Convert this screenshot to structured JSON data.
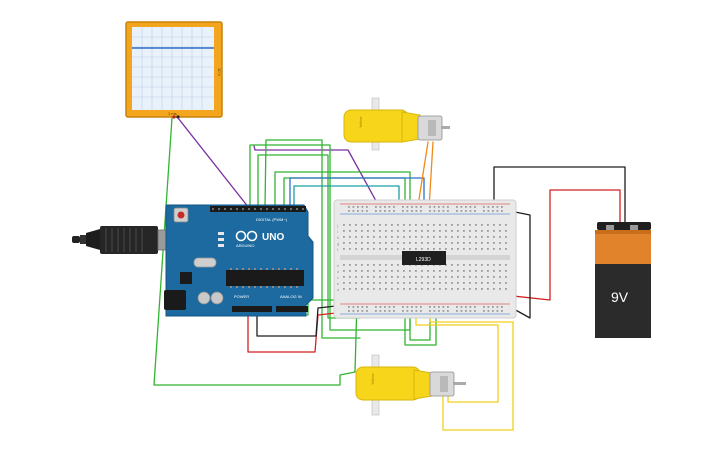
{
  "canvas": {
    "background": "#ffffff"
  },
  "oscilloscope": {
    "side_label": "10 V",
    "bottom_label": "1 ms",
    "frame_color": "#f2a51d",
    "screen_color": "#e9f1fb",
    "trace_color": "#2f6ec7"
  },
  "motor_top": {
    "body_label": "Yellow",
    "body_color": "#f6d51a"
  },
  "motor_bottom": {
    "body_label": "Yellow",
    "body_color": "#f6d51a"
  },
  "arduino": {
    "logo_text": "UNO",
    "brand_text": "ARDUINO",
    "digital_label": "DIGITAL (PWM~)",
    "power_label": "POWER",
    "analog_label": "ANALOG IN",
    "board_color": "#1c6aa0"
  },
  "breadboard": {
    "row_letters_top": [
      "j",
      "i",
      "h",
      "g",
      "f"
    ],
    "row_letters_bottom": [
      "e",
      "d",
      "c",
      "b",
      "a"
    ],
    "color": "#e9e9e9"
  },
  "ic_chip": {
    "label": "L293D"
  },
  "battery": {
    "label": "9V",
    "body_color": "#2b2b2b",
    "top_color": "#e0832b"
  },
  "wire_colors": {
    "green": "#2fb52f",
    "purple": "#7a2fa0",
    "red": "#d42020",
    "black": "#1e1e1e",
    "orange": "#f08a1a",
    "yellow": "#f2cf1c",
    "blue": "#2a72c8",
    "teal": "#1b9fa3"
  }
}
